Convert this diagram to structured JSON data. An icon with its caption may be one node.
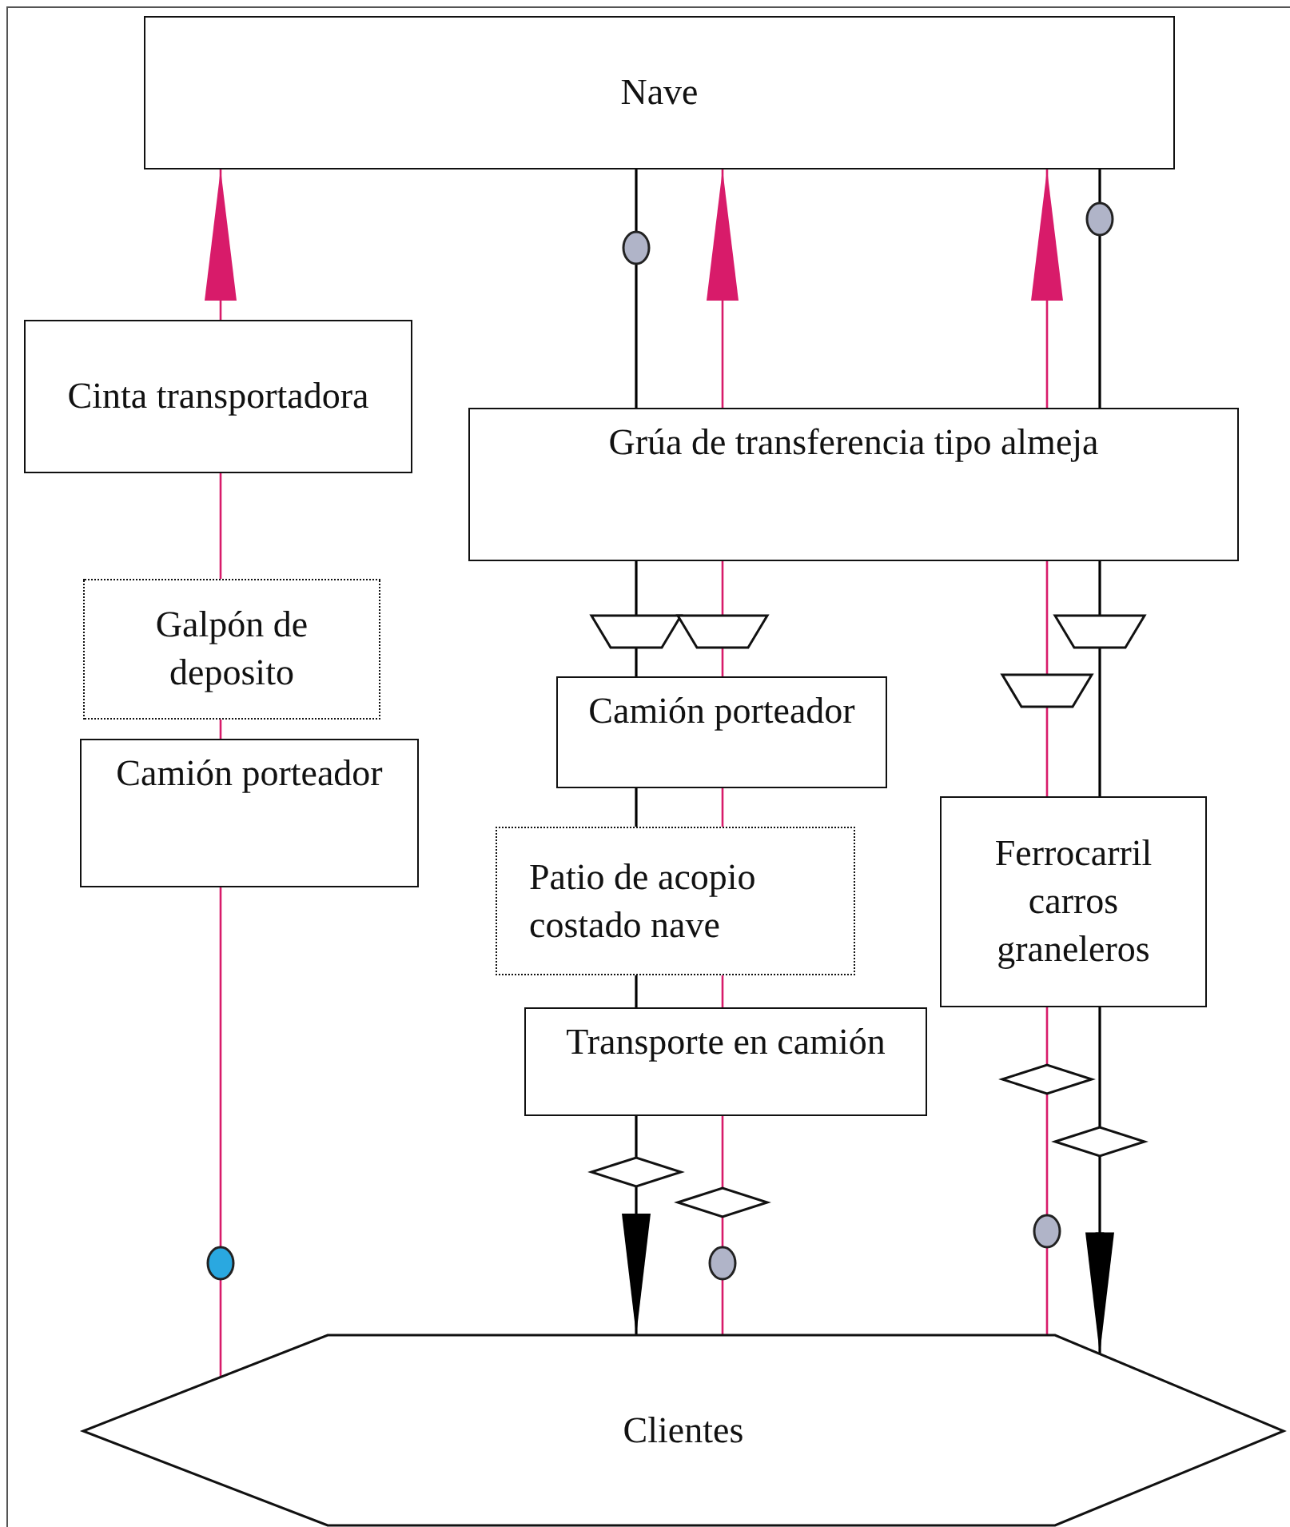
{
  "diagram": {
    "nodes": [
      {
        "text": [
          "Nave"
        ]
      },
      {
        "text": [
          "Cinta transportadora"
        ]
      },
      {
        "text": [
          "Grúa de transferencia tipo almeja"
        ]
      },
      {
        "text": [
          "Galpón de deposito"
        ]
      },
      {
        "text": [
          "Camión porteador"
        ]
      },
      {
        "text": [
          "Camión porteador"
        ]
      },
      {
        "text": [
          "Patio de acopio costado nave"
        ]
      },
      {
        "text": [
          "Ferrocarril carros graneleros"
        ]
      },
      {
        "text": [
          "Transporte en camión"
        ]
      },
      {
        "text": [
          "Clientes"
        ]
      }
    ],
    "edges": [
      {
        "from": 1,
        "to": 0,
        "arrow": "to"
      },
      {
        "from": 3,
        "to": 1,
        "arrow": "none"
      },
      {
        "from": 4,
        "to": 3,
        "arrow": "none"
      },
      {
        "from": 9,
        "to": 4,
        "arrow": "none"
      },
      {
        "from": 0,
        "to": 2,
        "arrow": "none",
        "color": "#000000"
      },
      {
        "from": 2,
        "to": 5,
        "arrow": "none",
        "color": "#000000"
      },
      {
        "from": 5,
        "to": 6,
        "arrow": "none",
        "color": "#000000"
      },
      {
        "from": 6,
        "to": 8,
        "arrow": "none",
        "color": "#000000"
      },
      {
        "from": 8,
        "to": 9,
        "arrow": "to",
        "color": "#000000"
      },
      {
        "from": 2,
        "to": 0,
        "arrow": "to"
      },
      {
        "from": 5,
        "to": 2,
        "arrow": "none"
      },
      {
        "from": 6,
        "to": 5,
        "arrow": "none"
      },
      {
        "from": 8,
        "to": 6,
        "arrow": "none"
      },
      {
        "from": 9,
        "to": 8,
        "arrow": "none"
      },
      {
        "from": 2,
        "to": 0,
        "arrow": "to"
      },
      {
        "from": 7,
        "to": 2,
        "arrow": "none"
      },
      {
        "from": 9,
        "to": 7,
        "arrow": "none"
      },
      {
        "from": 0,
        "to": 2,
        "arrow": "none",
        "color": "#000000"
      },
      {
        "from": 2,
        "to": 7,
        "arrow": "none",
        "color": "#000000"
      },
      {
        "from": 7,
        "to": 9,
        "arrow": "to",
        "color": "#000000"
      }
    ]
  }
}
